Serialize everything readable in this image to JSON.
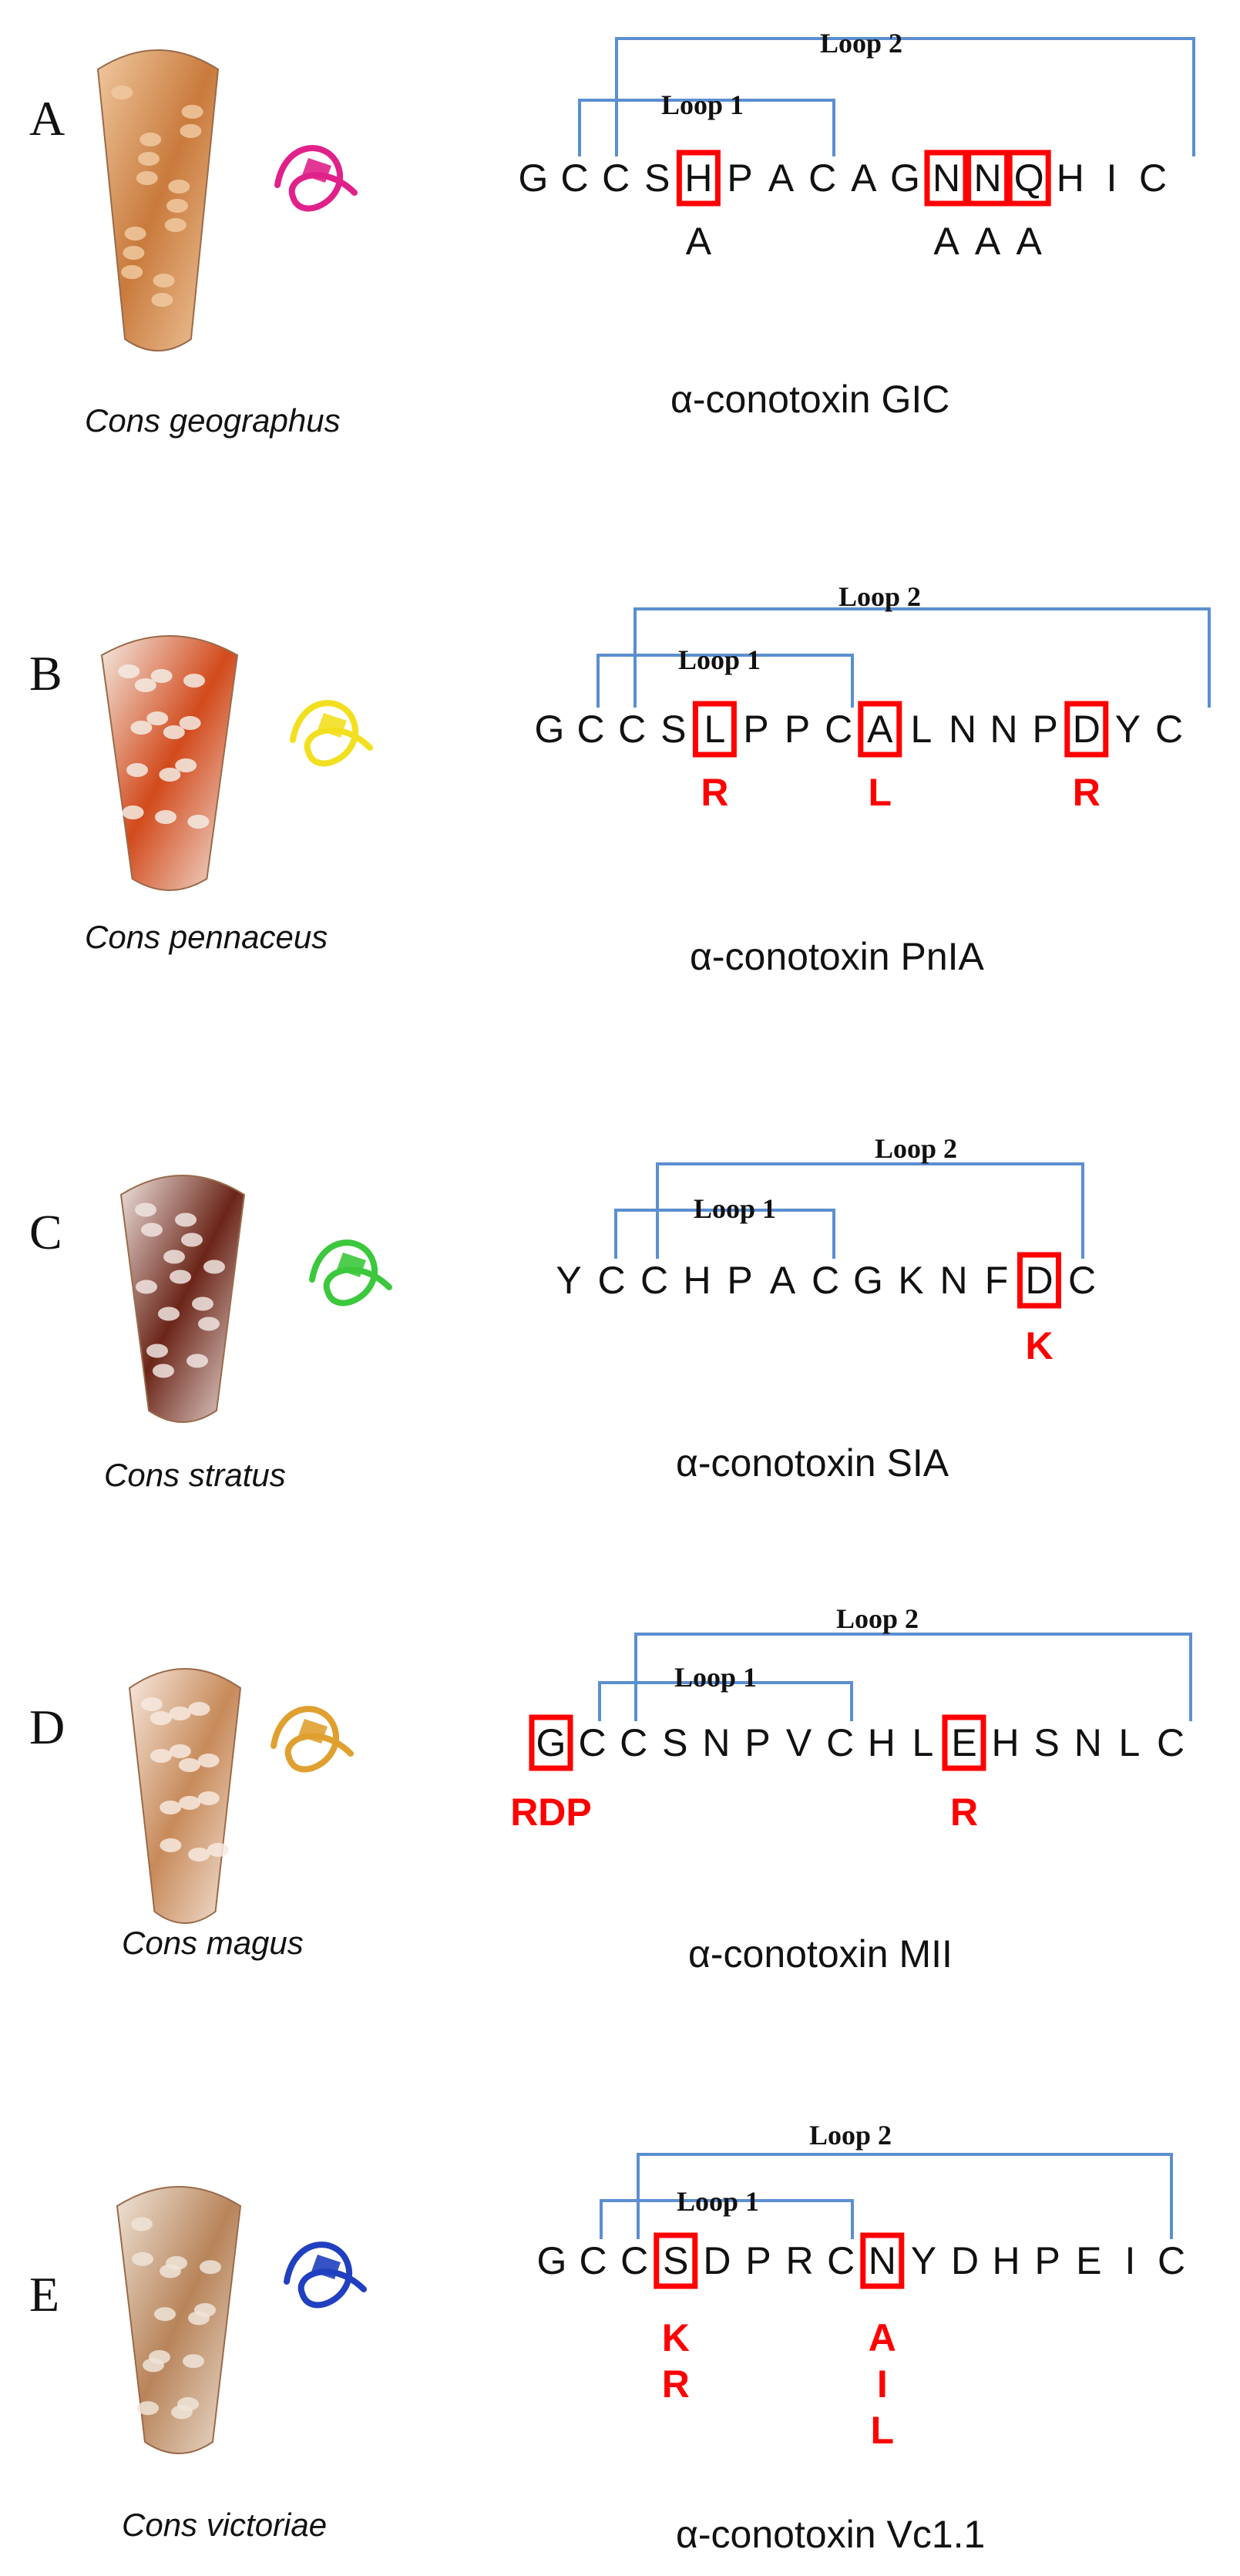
{
  "colors": {
    "bracket": "#5b8fd0",
    "highlight_box": "#ff0000",
    "mutation_red": "#ff0000",
    "mutation_black": "#111111"
  },
  "panels": [
    {
      "letter": "A",
      "species": "Cons  geographus",
      "toxin": "α-conotoxin  GIC",
      "structure_color": "#e0218a",
      "loop1_label": "Loop 1",
      "loop2_label": "Loop 2",
      "residues": [
        "G",
        "C",
        "C",
        "S",
        "H",
        "P",
        "A",
        "C",
        "A",
        "G",
        "N",
        "N",
        "Q",
        "H",
        "I",
        "C"
      ],
      "highlighted": [
        4,
        10,
        11,
        12
      ],
      "mutations": [
        {
          "residue_index": 4,
          "lines": [
            "A"
          ],
          "color": "black"
        },
        {
          "residue_index": 10,
          "lines": [
            "A"
          ],
          "color": "black"
        },
        {
          "residue_index": 11,
          "lines": [
            "A"
          ],
          "color": "black"
        },
        {
          "residue_index": 12,
          "lines": [
            "A"
          ],
          "color": "black"
        }
      ]
    },
    {
      "letter": "B",
      "species": "Cons pennaceus",
      "toxin": "α-conotoxin  PnIA",
      "structure_color": "#f2e020",
      "loop1_label": "Loop 1",
      "loop2_label": "Loop 2",
      "residues": [
        "G",
        "C",
        "C",
        "S",
        "L",
        "P",
        "P",
        "C",
        "A",
        "L",
        "N",
        "N",
        "P",
        "D",
        "Y",
        "C"
      ],
      "highlighted": [
        4,
        8,
        13
      ],
      "mutations": [
        {
          "residue_index": 4,
          "lines": [
            "R"
          ],
          "color": "red"
        },
        {
          "residue_index": 8,
          "lines": [
            "L"
          ],
          "color": "red"
        },
        {
          "residue_index": 13,
          "lines": [
            "R"
          ],
          "color": "red"
        }
      ]
    },
    {
      "letter": "C",
      "species": "Cons stratus",
      "toxin": "α-conotoxin SIA",
      "structure_color": "#3cc83c",
      "loop1_label": "Loop 1",
      "loop2_label": "Loop 2",
      "residues": [
        "Y",
        "C",
        "C",
        "H",
        "P",
        "A",
        "C",
        "G",
        "K",
        "N",
        "F",
        "D",
        "C"
      ],
      "highlighted": [
        11
      ],
      "mutations": [
        {
          "residue_index": 11,
          "lines": [
            "K"
          ],
          "color": "red"
        }
      ]
    },
    {
      "letter": "D",
      "species": "Cons magus",
      "toxin": "α-conotoxin  MII",
      "structure_color": "#e0a030",
      "loop1_label": "Loop 1",
      "loop2_label": "Loop 2",
      "residues": [
        "G",
        "C",
        "C",
        "S",
        "N",
        "P",
        "V",
        "C",
        "H",
        "L",
        "E",
        "H",
        "S",
        "N",
        "L",
        "C"
      ],
      "highlighted": [
        0,
        10
      ],
      "mutations": [
        {
          "residue_index": 0,
          "lines": [
            "RDP"
          ],
          "color": "red"
        },
        {
          "residue_index": 10,
          "lines": [
            "R"
          ],
          "color": "red"
        }
      ]
    },
    {
      "letter": "E",
      "species": "Cons victoriae",
      "toxin": "α-conotoxin  Vc1.1",
      "structure_color": "#2040c0",
      "loop1_label": "Loop 1",
      "loop2_label": "Loop 2",
      "residues": [
        "G",
        "C",
        "C",
        "S",
        "D",
        "P",
        "R",
        "C",
        "N",
        "Y",
        "D",
        "H",
        "P",
        "E",
        "I",
        "C"
      ],
      "highlighted": [
        3,
        8
      ],
      "mutations": [
        {
          "residue_index": 3,
          "lines": [
            "K",
            "R"
          ],
          "color": "red"
        },
        {
          "residue_index": 8,
          "lines": [
            "A",
            "I",
            "L"
          ],
          "color": "red"
        }
      ]
    }
  ]
}
